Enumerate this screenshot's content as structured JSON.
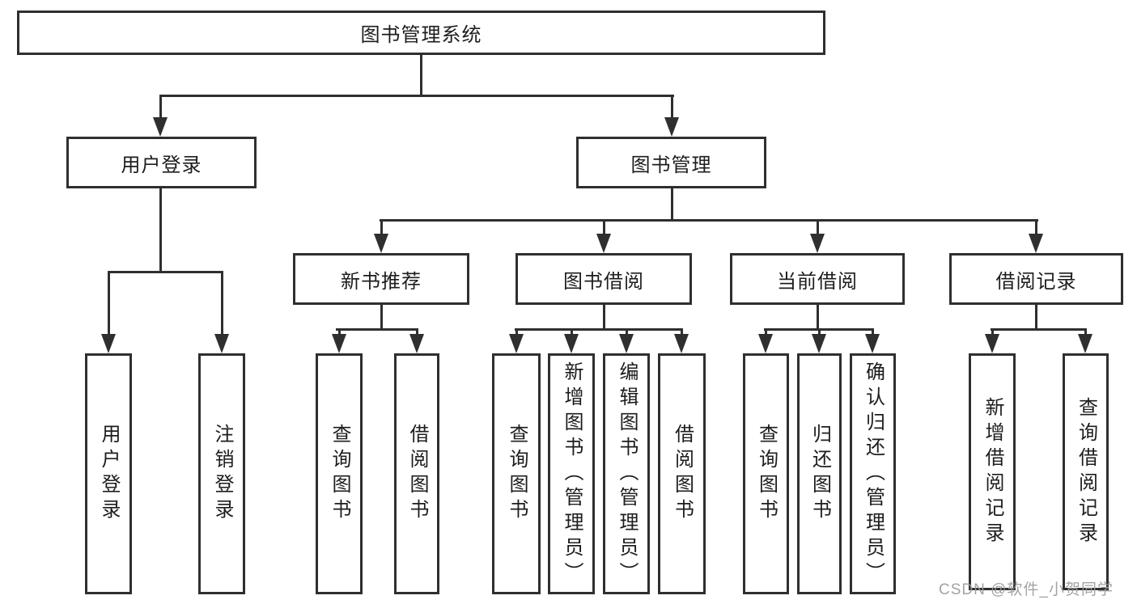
{
  "diagram": {
    "title": "图书管理系统",
    "branches": [
      {
        "label": "用户登录",
        "children": [
          {
            "label": "用户登录"
          },
          {
            "label": "注销登录"
          }
        ]
      },
      {
        "label": "图书管理",
        "children": [
          {
            "label": "新书推荐",
            "children": [
              {
                "label": "查询图书"
              },
              {
                "label": "借阅图书"
              }
            ]
          },
          {
            "label": "图书借阅",
            "children": [
              {
                "label": "查询图书"
              },
              {
                "label": "新增图书（管理员）"
              },
              {
                "label": "编辑图书（管理员）"
              },
              {
                "label": "借阅图书"
              }
            ]
          },
          {
            "label": "当前借阅",
            "children": [
              {
                "label": "查询图书"
              },
              {
                "label": "归还图书"
              },
              {
                "label": "确认归还（管理员）"
              }
            ]
          },
          {
            "label": "借阅记录",
            "children": [
              {
                "label": "新增借阅记录"
              },
              {
                "label": "查询借阅记录"
              }
            ]
          }
        ]
      }
    ]
  },
  "watermark": {
    "text": "CSDN @软件_小贺同学"
  },
  "colors": {
    "line": "#2f2f2f",
    "text": "#1d1d1d",
    "background": "#ffffff",
    "watermark": "#9b9b9b"
  }
}
